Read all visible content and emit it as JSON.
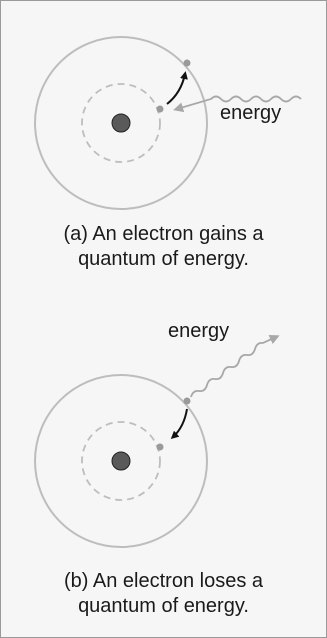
{
  "panel_a": {
    "energy_label": "energy",
    "caption_line1": "(a) An electron gains a",
    "caption_line2": "quantum of energy."
  },
  "panel_b": {
    "energy_label": "energy",
    "caption_line1": "(b) An electron loses a",
    "caption_line2": "quantum of energy."
  },
  "colors": {
    "background": "#f6f6f6",
    "orbit": "#bdbdbd",
    "nucleus": "#5a5a5a",
    "electron": "#9a9a9a",
    "arrow": "#111111",
    "photon": "#a8a8a8"
  },
  "icons": [
    "nucleus-icon",
    "electron-icon",
    "transition-arrow-icon",
    "photon-wave-icon"
  ]
}
